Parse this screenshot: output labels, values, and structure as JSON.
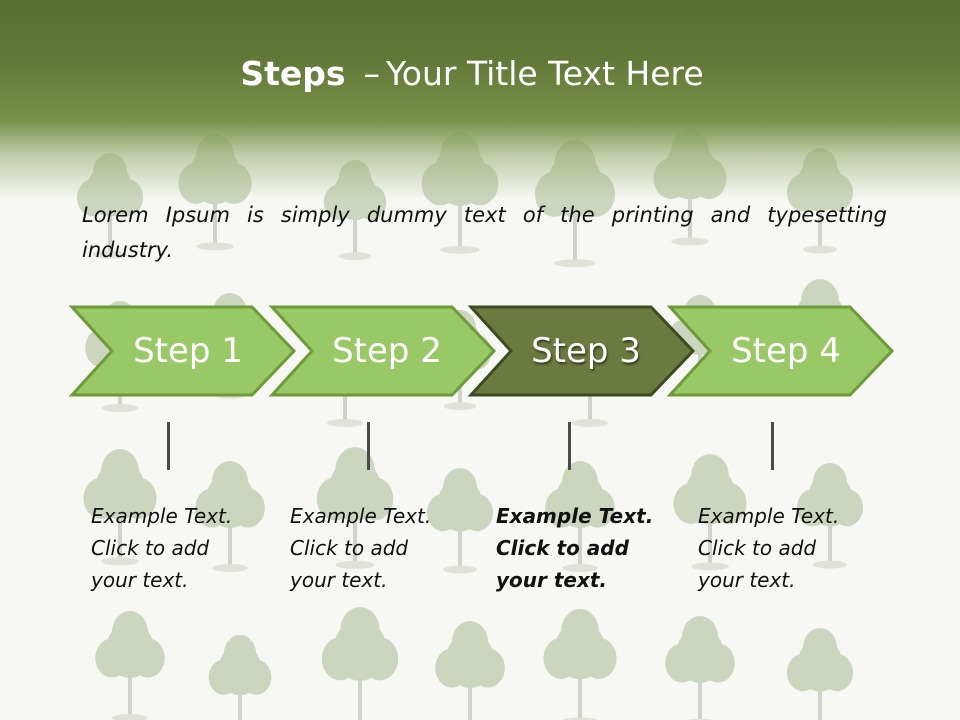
{
  "title": {
    "bold": "Steps",
    "separator": "–",
    "rest": "Your Title Text Here"
  },
  "intro": "Lorem Ipsum is simply dummy text of the printing and typesetting industry.",
  "steps": [
    {
      "label": "Step 1",
      "desc": [
        "Example Text.",
        "Click  to add",
        "your text."
      ],
      "active": false
    },
    {
      "label": "Step 2",
      "desc": [
        "Example Text.",
        "Click  to add",
        "your text."
      ],
      "active": false
    },
    {
      "label": "Step 3",
      "desc": [
        "Example Text.",
        "Click  to add",
        "your text."
      ],
      "active": true
    },
    {
      "label": "Step 4",
      "desc": [
        "Example Text.",
        "Click  to add",
        "your text."
      ],
      "active": false
    }
  ],
  "colors": {
    "header": "#5a6e33",
    "arrow_fill": "#99c966",
    "arrow_border": "#6e9a3a",
    "arrow_active_fill": "#6b7b40",
    "arrow_active_border": "#3d4a22"
  }
}
